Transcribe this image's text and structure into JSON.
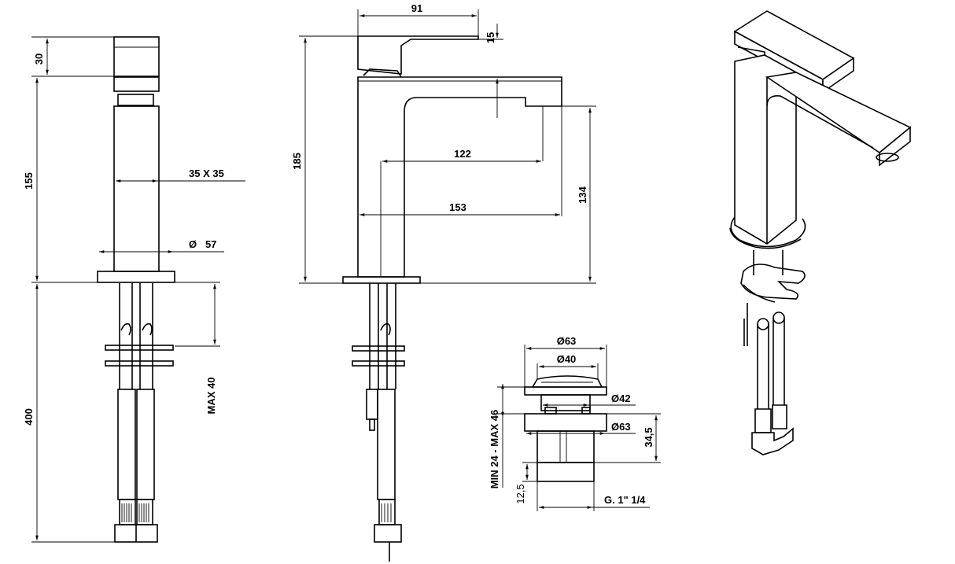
{
  "front_view": {
    "d_top": "30",
    "d_height": "155",
    "d_section": "35 X 35",
    "d_base": "Ø   57",
    "d_below": "400",
    "d_max": "MAX 40"
  },
  "side_view": {
    "d_lever": "91",
    "d_lever_h": "15",
    "d_total": "185",
    "d_reach": "122",
    "d_spout": "153",
    "d_spout_h": "134"
  },
  "waste_detail": {
    "d_outer": "Ø63",
    "d_cap": "Ø40",
    "d_body": "Ø42",
    "d_nut": "Ø63",
    "d_thick": "MIN 24 - MAX 46",
    "d_len": "34,5",
    "d_thread_len": "12,5",
    "d_thread": "G. 1\" 1/4"
  }
}
